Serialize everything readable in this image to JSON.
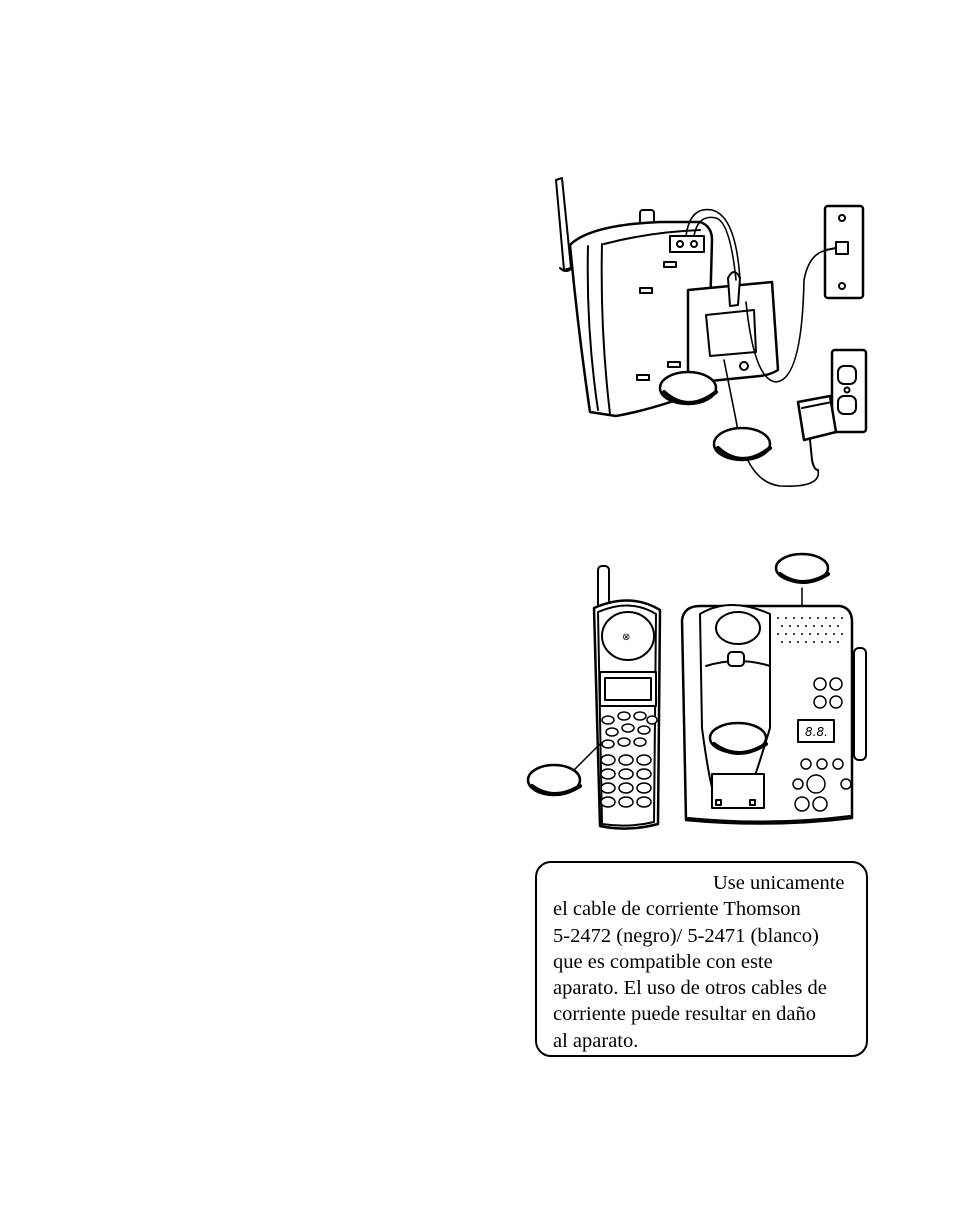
{
  "caution_note": {
    "line1": "Use unicamente",
    "line2": "el cable de corriente Thomson",
    "line3": "5-2472 (negro)/ 5-2471 (blanco)",
    "line4": "que es compatible con este",
    "line5": "aparato. El uso de otros cables de",
    "line6": "corriente puede resultar en daño",
    "line7": "al aparato."
  },
  "base_display": {
    "digits": "8.8."
  }
}
